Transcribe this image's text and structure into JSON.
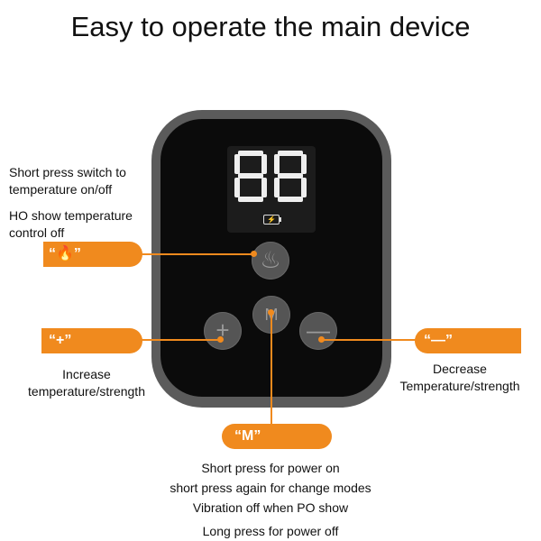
{
  "title": "Easy to operate the main device",
  "device": {
    "display_digits": "88",
    "battery_icon": "battery-charging-icon",
    "buttons": {
      "heat": {
        "icon": "flame-icon",
        "glyph": "♨"
      },
      "mode": {
        "label": "M"
      },
      "plus": {
        "label": "+"
      },
      "minus": {
        "label": "—"
      }
    }
  },
  "callouts": {
    "heat": {
      "pill": "“🔥”",
      "lines": [
        "Short press switch to",
        "temperature on/off",
        "HO show temperature",
        "control off"
      ]
    },
    "plus": {
      "pill": "“+”",
      "lines": [
        "Increase",
        "temperature/strength"
      ]
    },
    "minus": {
      "pill": "“—”",
      "lines": [
        "Decrease",
        "Temperature/strength"
      ]
    },
    "mode": {
      "pill": "“M”",
      "lines": [
        "Short press for power on",
        "short press again for change modes",
        "Vibration off when PO show",
        "Long press for power off"
      ]
    }
  },
  "colors": {
    "accent": "#f08a1e",
    "device_body": "#0b0b0b",
    "device_frame": "#5b5b5b"
  }
}
